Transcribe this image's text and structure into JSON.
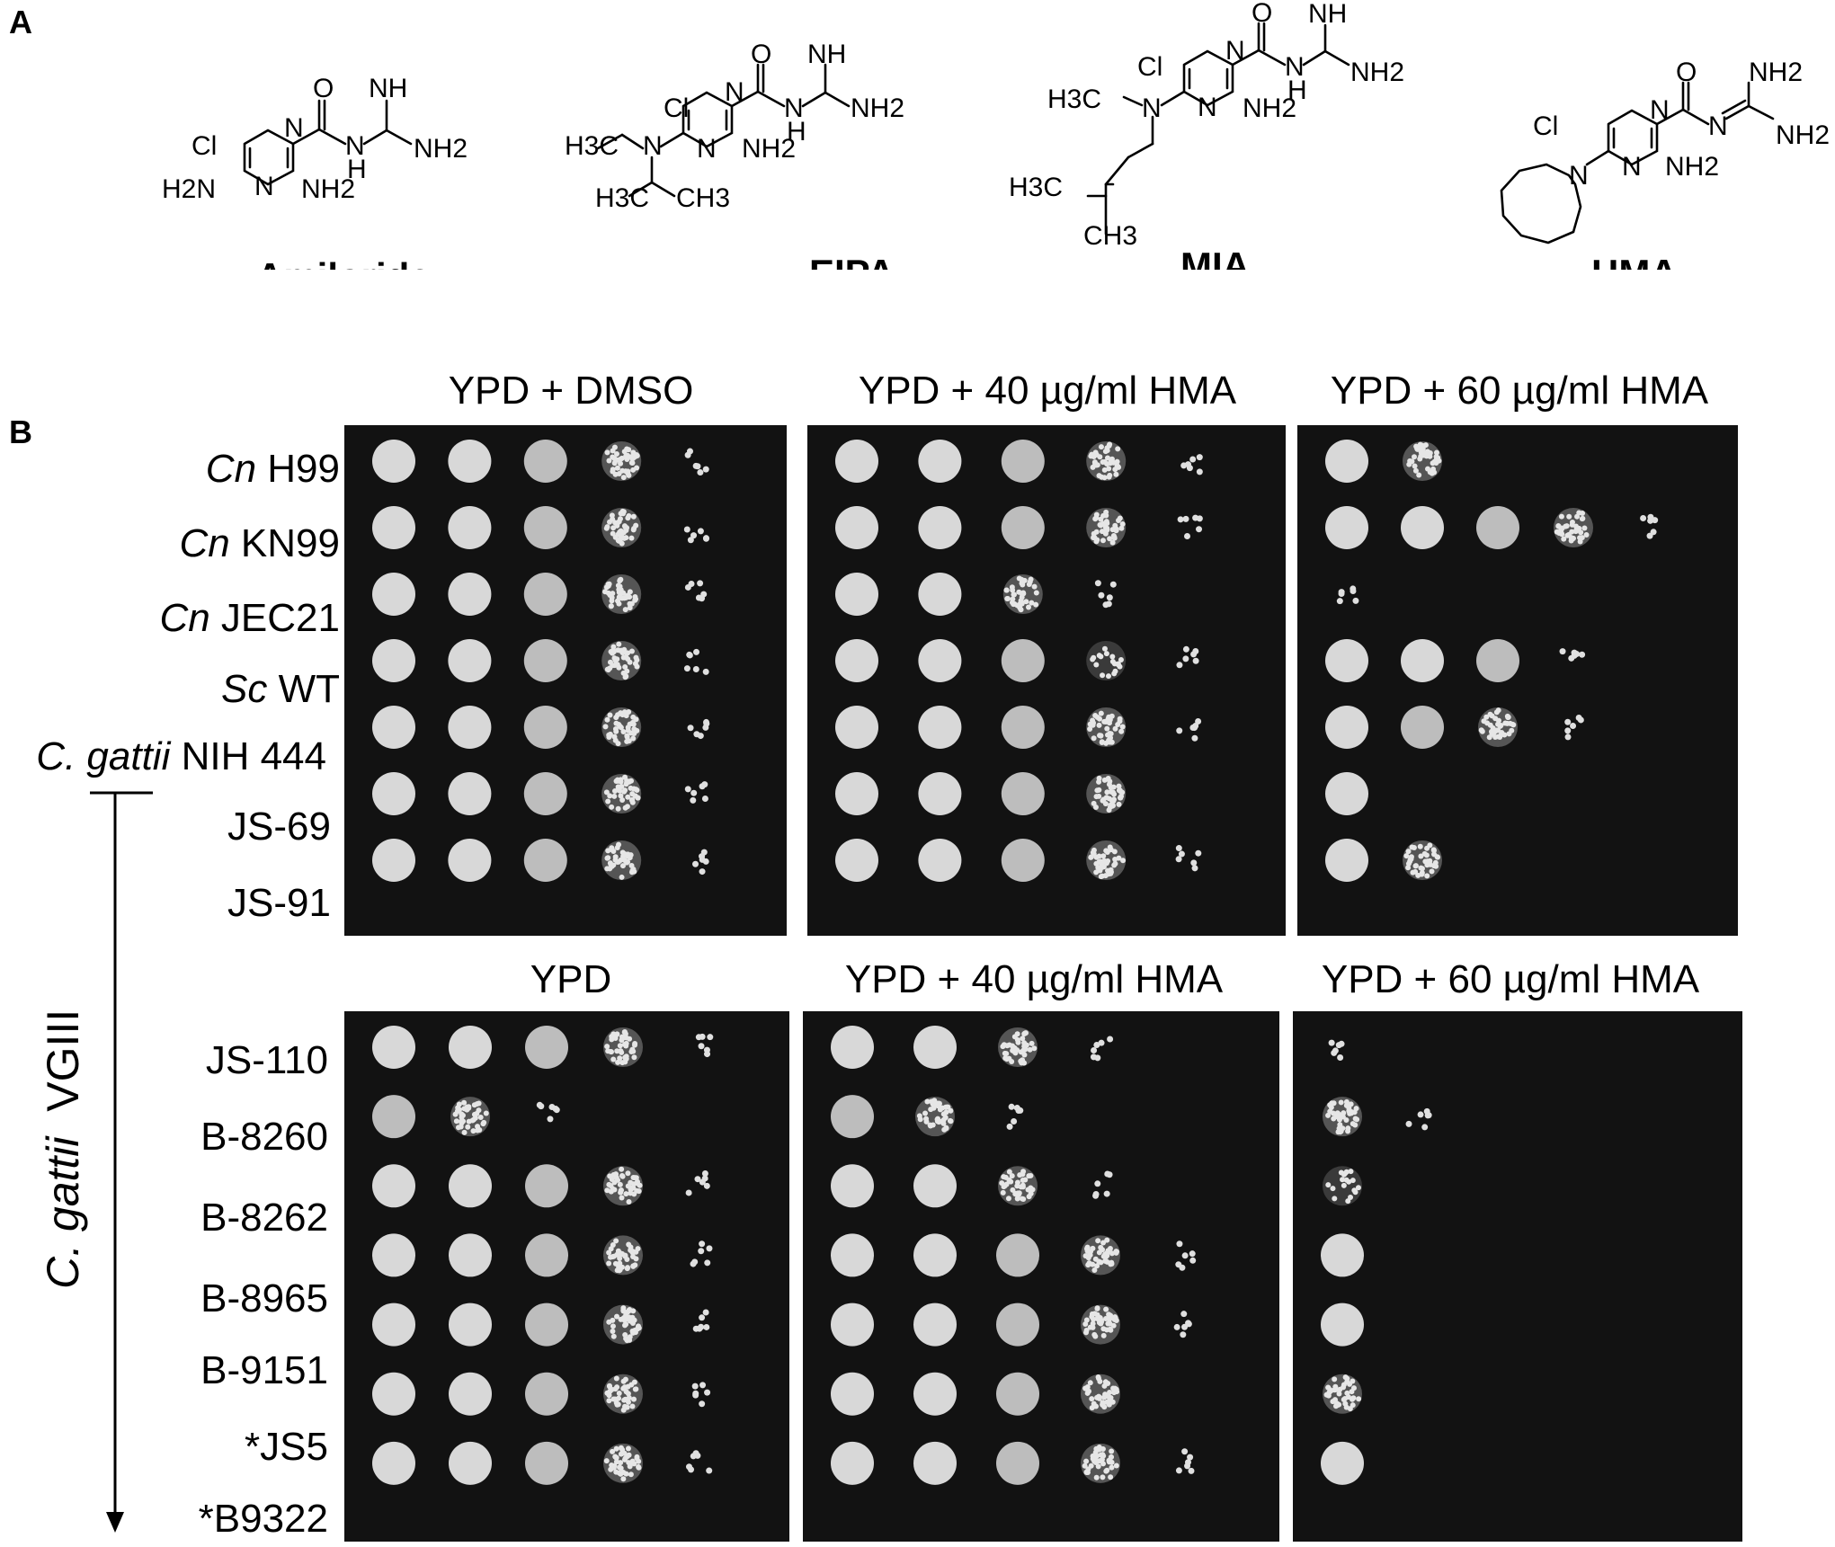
{
  "panel_a": {
    "letter": "A",
    "compounds": [
      {
        "name": "Amiloride",
        "substituent": "amine"
      },
      {
        "name": "EIPA",
        "substituent": "ethyl-isopropyl-amine"
      },
      {
        "name": "MIA",
        "substituent": "methyl-isobutyl-amine"
      },
      {
        "name": "HMA",
        "substituent": "hexamethylene-amine"
      }
    ],
    "atom_labels": {
      "cl": "Cl",
      "n": "N",
      "o": "O",
      "nh": "NH",
      "h": "H",
      "nh2": "NH2",
      "h2n": "H2N",
      "h3c": "H3C",
      "ch3": "CH3"
    }
  },
  "panel_b": {
    "letter": "B",
    "top_conditions": [
      "YPD + DMSO",
      "YPD + 40 µg/ml HMA",
      "YPD + 60 µg/ml HMA"
    ],
    "bottom_conditions": [
      "YPD",
      "YPD + 40 µg/ml HMA",
      "YPD + 60 µg/ml HMA"
    ],
    "top_strains": [
      {
        "prefix": "Cn",
        "name": " H99"
      },
      {
        "prefix": "Cn",
        "name": " KN99"
      },
      {
        "prefix": "Cn",
        "name": " JEC21"
      },
      {
        "prefix": "Sc",
        "name": " WT"
      },
      {
        "prefix": "C. gattii",
        "name": " NIH 444"
      },
      {
        "prefix": "",
        "name": "JS-69"
      },
      {
        "prefix": "",
        "name": "JS-91"
      }
    ],
    "bottom_strains": [
      {
        "prefix": "",
        "name": "JS-110"
      },
      {
        "prefix": "",
        "name": "B-8260"
      },
      {
        "prefix": "",
        "name": "B-8262"
      },
      {
        "prefix": "",
        "name": "B-8965"
      },
      {
        "prefix": "",
        "name": "B-9151"
      },
      {
        "prefix": "",
        "name": "*JS5"
      },
      {
        "prefix": "",
        "name": "*B9322"
      }
    ],
    "group_label_italic": "C. gattii",
    "group_label_roman": "VGIII",
    "growth_top": [
      [
        [
          5,
          5,
          4,
          3,
          1
        ],
        [
          5,
          5,
          4,
          3,
          1
        ],
        [
          5,
          5,
          4,
          3,
          1
        ],
        [
          5,
          5,
          4,
          3,
          1
        ],
        [
          5,
          5,
          4,
          3,
          1
        ],
        [
          5,
          5,
          4,
          3,
          1
        ],
        [
          5,
          5,
          4,
          3,
          1
        ]
      ],
      [
        [
          5,
          5,
          4,
          3,
          1
        ],
        [
          5,
          5,
          4,
          3,
          1
        ],
        [
          5,
          5,
          3,
          1,
          0
        ],
        [
          5,
          5,
          4,
          2,
          1
        ],
        [
          5,
          5,
          4,
          3,
          1
        ],
        [
          5,
          5,
          4,
          3,
          0
        ],
        [
          5,
          5,
          4,
          3,
          1
        ]
      ],
      [
        [
          5,
          3,
          0,
          0,
          0
        ],
        [
          5,
          5,
          4,
          3,
          1
        ],
        [
          1,
          0,
          0,
          0,
          0
        ],
        [
          5,
          5,
          4,
          1,
          0
        ],
        [
          5,
          4,
          3,
          1,
          0
        ],
        [
          5,
          0,
          0,
          0,
          0
        ],
        [
          5,
          3,
          0,
          0,
          0
        ]
      ]
    ],
    "growth_bottom": [
      [
        [
          5,
          5,
          4,
          3,
          1
        ],
        [
          4,
          3,
          1,
          0,
          0
        ],
        [
          5,
          5,
          4,
          3,
          1
        ],
        [
          5,
          5,
          4,
          3,
          1
        ],
        [
          5,
          5,
          4,
          3,
          1
        ],
        [
          5,
          5,
          4,
          3,
          1
        ],
        [
          5,
          5,
          4,
          3,
          1
        ]
      ],
      [
        [
          5,
          5,
          3,
          1,
          0
        ],
        [
          4,
          3,
          1,
          0,
          0
        ],
        [
          5,
          5,
          3,
          1,
          0
        ],
        [
          5,
          5,
          4,
          3,
          1
        ],
        [
          5,
          5,
          4,
          3,
          1
        ],
        [
          5,
          5,
          4,
          3,
          0
        ],
        [
          5,
          5,
          4,
          3,
          1
        ]
      ],
      [
        [
          1,
          0,
          0,
          0,
          0
        ],
        [
          3,
          1,
          0,
          0,
          0
        ],
        [
          2,
          0,
          0,
          0,
          0
        ],
        [
          5,
          0,
          0,
          0,
          0
        ],
        [
          5,
          0,
          0,
          0,
          0
        ],
        [
          3,
          0,
          0,
          0,
          0
        ],
        [
          5,
          0,
          0,
          0,
          0
        ]
      ]
    ]
  }
}
